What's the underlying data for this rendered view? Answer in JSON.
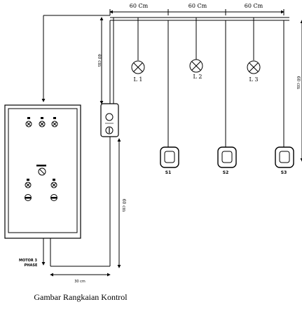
{
  "caption": "Gambar Rangkaian Kontrol",
  "dimensions": {
    "top_span_1": "60 Cm",
    "top_span_2": "60 Cm",
    "top_span_3": "60 Cm",
    "left_drop": "40 cm",
    "right_drop": "60 cm",
    "vertical_run": "60 cm",
    "bottom_run": "30 cm"
  },
  "lamps": [
    {
      "label": "L 1"
    },
    {
      "label": "L 2"
    },
    {
      "label": "L 3"
    }
  ],
  "switches": [
    {
      "label": "S1"
    },
    {
      "label": "S2"
    },
    {
      "label": "S3"
    }
  ],
  "motor_label_line1": "MOTOR 3",
  "motor_label_line2": "PHASE"
}
